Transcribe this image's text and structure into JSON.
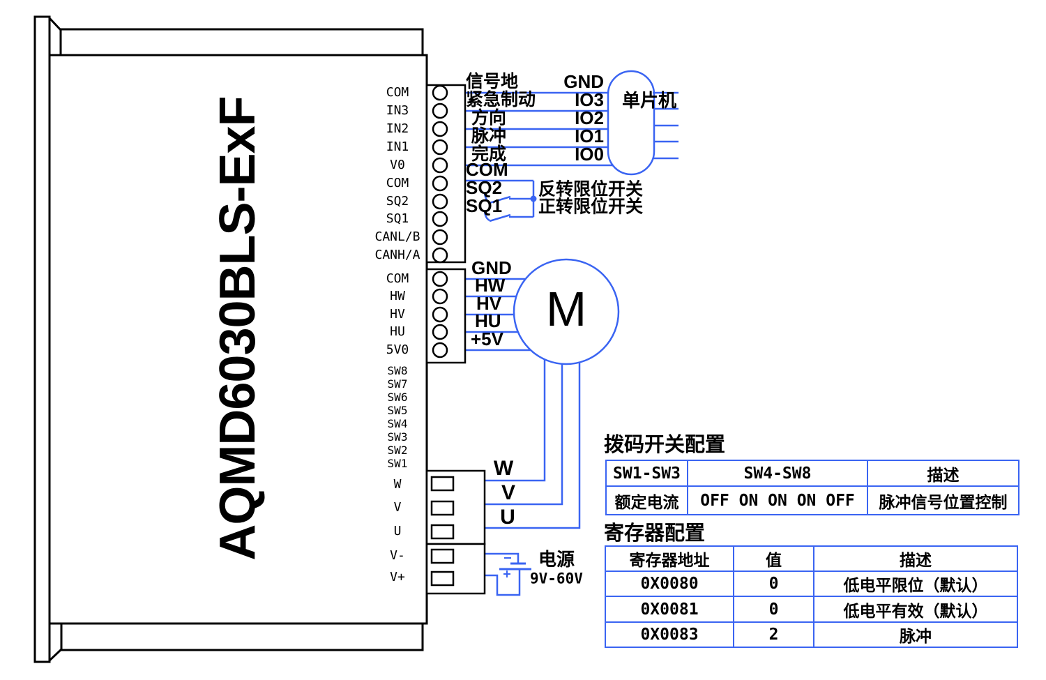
{
  "device": {
    "model": "AQMD6030BLS-ExF"
  },
  "pins": {
    "signal": [
      "COM",
      "IN3",
      "IN2",
      "IN1",
      "V0",
      "COM",
      "SQ2",
      "SQ1",
      "CANL/B",
      "CANH/A"
    ],
    "hall": [
      "COM",
      "HW",
      "HV",
      "HU",
      "5V0"
    ],
    "sw": [
      "SW8",
      "SW7",
      "SW6",
      "SW5",
      "SW4",
      "SW3",
      "SW2",
      "SW1"
    ],
    "power": [
      "W",
      "V",
      "U",
      "V-",
      "V+"
    ]
  },
  "signals": {
    "rows": [
      {
        "cn": "信号地",
        "io": "GND"
      },
      {
        "cn": "紧急制动",
        "io": "IO3"
      },
      {
        "cn": "方向",
        "io": "IO2"
      },
      {
        "cn": "脉冲",
        "io": "IO1"
      },
      {
        "cn": "完成",
        "io": "IO0"
      }
    ],
    "com": "COM",
    "sq2": "SQ2",
    "sq2_desc": "反转限位开关",
    "sq1": "SQ1",
    "sq1_desc": "正转限位开关"
  },
  "mcu": {
    "label": "单片机"
  },
  "motor": {
    "symbol": "M",
    "wires": [
      "GND",
      "HW",
      "HV",
      "HU",
      "+5V"
    ],
    "phases": [
      "W",
      "V",
      "U"
    ]
  },
  "power": {
    "label": "电源",
    "range": "9V-60V"
  },
  "colors": {
    "wire_blue": "#3a64f2",
    "outline_black": "#000000"
  },
  "dip_table": {
    "title": "拨码开关配置",
    "headers": [
      "SW1-SW3",
      "SW4-SW8",
      "描述"
    ],
    "rows": [
      [
        "额定电流",
        "OFF ON ON ON OFF",
        "脉冲信号位置控制"
      ]
    ]
  },
  "reg_table": {
    "title": "寄存器配置",
    "headers": [
      "寄存器地址",
      "值",
      "描述"
    ],
    "rows": [
      [
        "0X0080",
        "0",
        "低电平限位（默认）"
      ],
      [
        "0X0081",
        "0",
        "低电平有效（默认）"
      ],
      [
        "0X0083",
        "2",
        "脉冲"
      ]
    ]
  }
}
